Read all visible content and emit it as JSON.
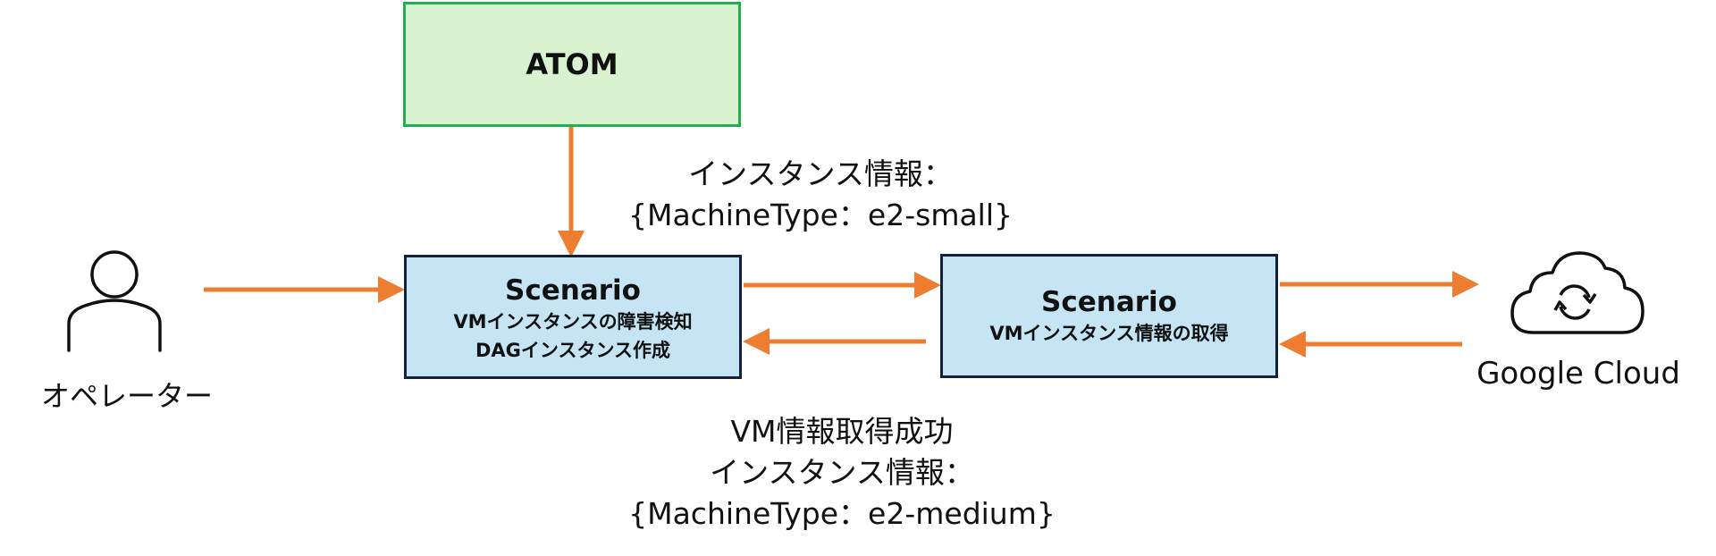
{
  "colors": {
    "arrow": "#ED7D31",
    "atom_fill": "#D9F2D0",
    "atom_border": "#1FB14F",
    "scenario_fill": "#C5E5F5",
    "scenario_border": "#14213A",
    "icon_stroke": "#111111"
  },
  "nodes": {
    "atom": {
      "label": "ATOM"
    },
    "scenario1": {
      "title": "Scenario",
      "lines": [
        "VMインスタンスの障害検知",
        "DAGインスタンス作成"
      ]
    },
    "scenario2": {
      "title": "Scenario",
      "lines": [
        "VMインスタンス情報の取得"
      ]
    },
    "operator": {
      "label": "オペレーター",
      "icon": "person-icon"
    },
    "google_cloud": {
      "label": "Google Cloud",
      "icon": "cloud-sync-icon"
    }
  },
  "edge_labels": {
    "atom_to_scenario": [
      "インスタンス情報：",
      "{MachineType：e2-small}"
    ],
    "scenario_return": [
      "VM情報取得成功",
      "インスタンス情報：",
      "{MachineType：e2-medium}"
    ]
  },
  "edges": [
    {
      "from": "atom",
      "to": "scenario1"
    },
    {
      "from": "operator",
      "to": "scenario1"
    },
    {
      "from": "scenario1",
      "to": "scenario2"
    },
    {
      "from": "scenario2",
      "to": "scenario1"
    },
    {
      "from": "scenario2",
      "to": "google_cloud"
    },
    {
      "from": "google_cloud",
      "to": "scenario2"
    }
  ]
}
